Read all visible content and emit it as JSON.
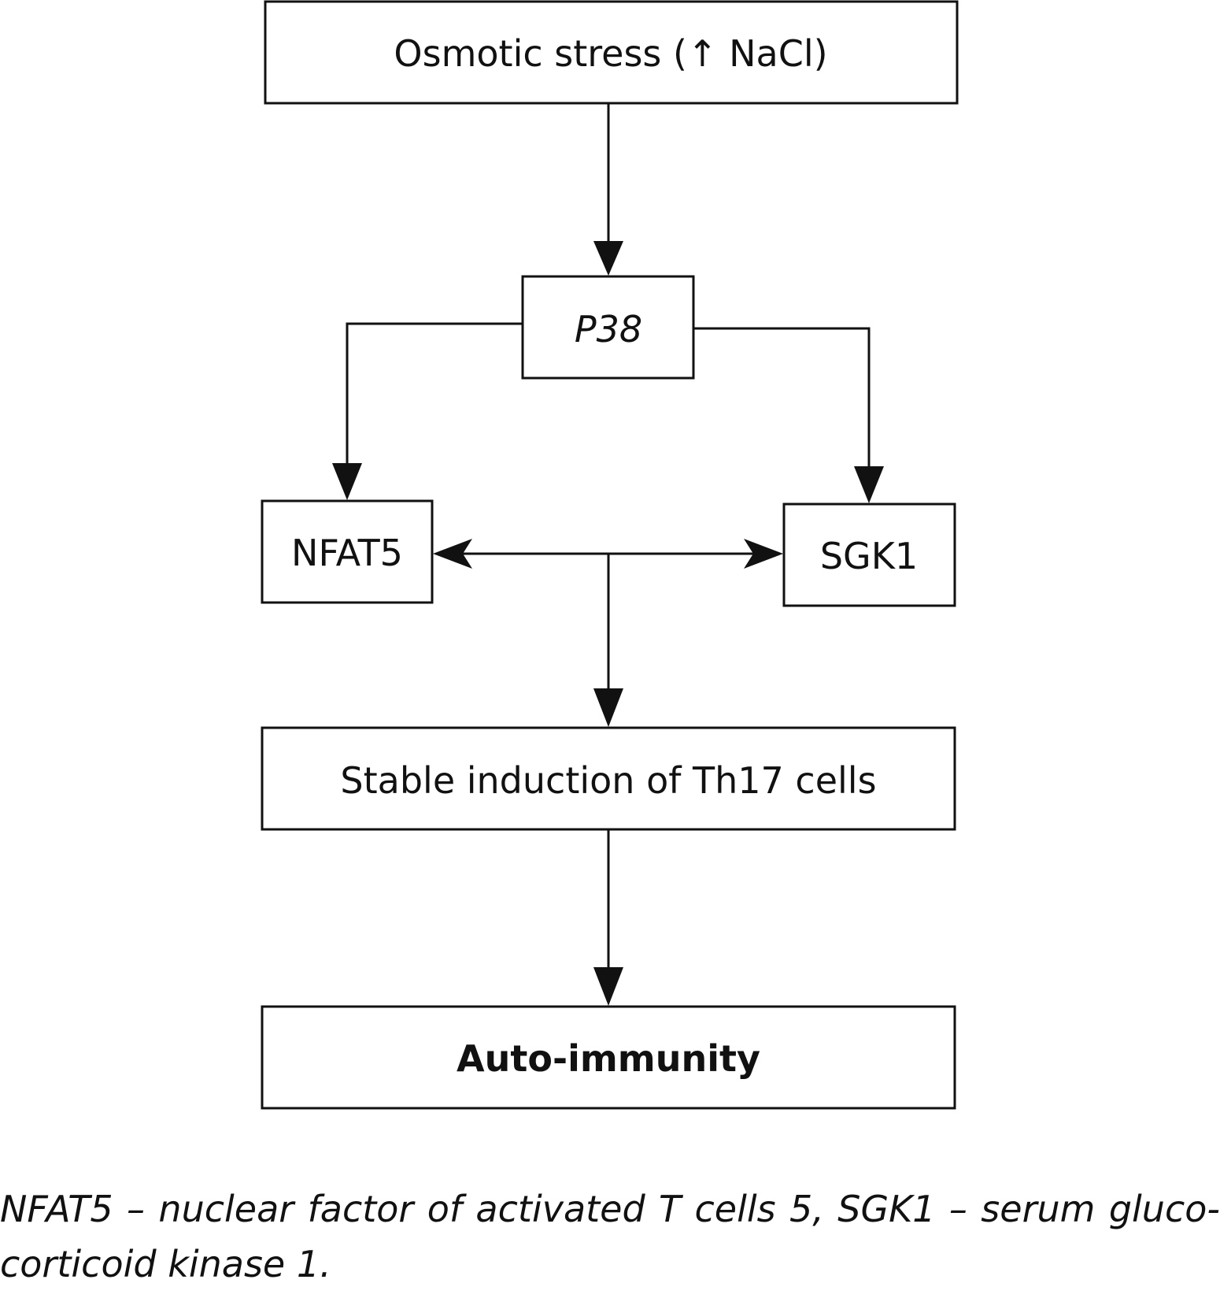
{
  "nodes": {
    "osmotic_stress": "Osmotic stress (↑ NaCl)",
    "p38": "P38",
    "nfat5": "NFAT5",
    "sgk1": "SGK1",
    "th17": "Stable induction of Th17 cells",
    "autoimmunity": "Auto-immunity"
  },
  "caption": "NFAT5 – nuclear factor of activated T cells 5, SGK1 – serum gluco-corticoid kinase 1."
}
